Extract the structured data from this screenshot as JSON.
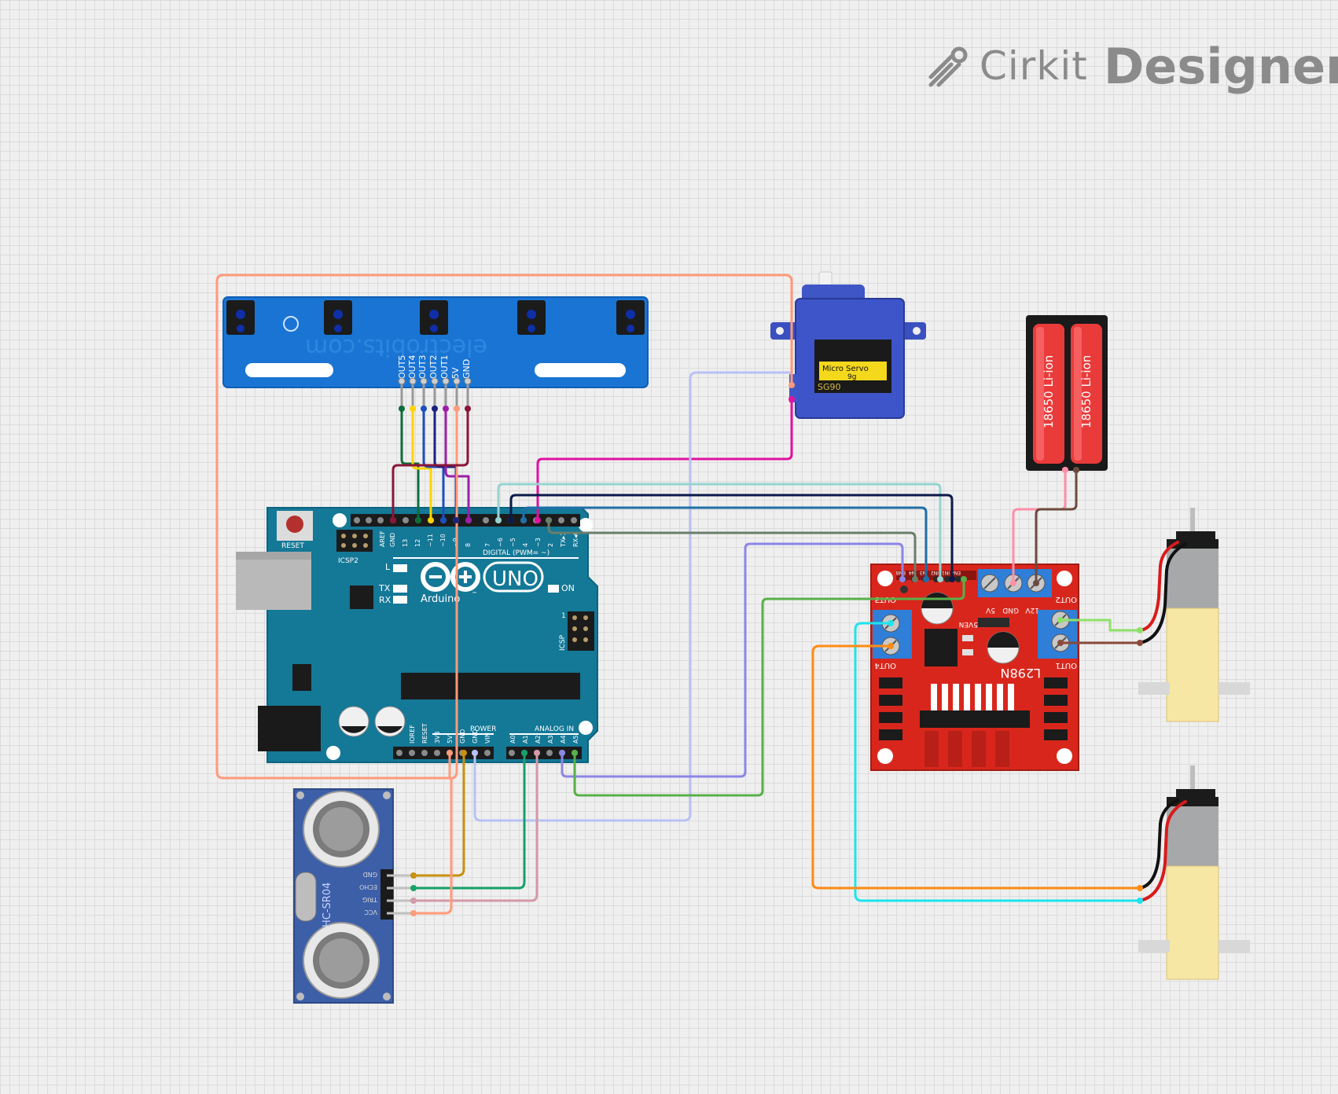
{
  "brand": {
    "name_light": "Cirkit",
    "name_bold": "Designer",
    "logo_icon": "pen-nib-icon"
  },
  "arduino": {
    "reset": "RESET",
    "icsp2": "ICSP2",
    "icsp": "ICSP",
    "led_l": "L",
    "led_tx": "TX",
    "led_rx": "RX",
    "led_on": "ON",
    "logo_text": "UNO",
    "brand": "Arduino",
    "tm": "™",
    "digital_label": "DIGITAL (PWM= ~)",
    "power_label": "POWER",
    "analog_label": "ANALOG IN",
    "digital_pins": [
      "AREF",
      "GND",
      "13",
      "12",
      "~11",
      "~10",
      "~9",
      "8",
      "7",
      "~6",
      "~5",
      "4",
      "~3",
      "2",
      "TX▸1",
      "RX◂0"
    ],
    "power_pins": [
      "IOREF",
      "RESET",
      "3V3",
      "5V",
      "GND",
      "GND",
      "VIN"
    ],
    "analog_pins": [
      "A0",
      "A1",
      "A2",
      "A3",
      "A4",
      "A5"
    ]
  },
  "line_sensor": {
    "watermark": "electrobits.com",
    "pins": [
      "OUT5",
      "OUT4",
      "OUT3",
      "OUT2",
      "OUT1",
      "5V",
      "GND"
    ]
  },
  "servo": {
    "line1": "Micro Servo",
    "line2": "9g",
    "model": "SG90"
  },
  "battery": {
    "cell_label": "18650 Li-ion"
  },
  "driver": {
    "chip": "L298N",
    "out1": "OUT1",
    "out2": "OUT2",
    "out3": "OUT3",
    "out4": "OUT4",
    "power_terms": [
      "12V",
      "GND",
      "5V"
    ],
    "en5v": "5VEN",
    "logic_pins": [
      "ENB",
      "IN4",
      "IN3",
      "IN2",
      "IN1",
      "ENA"
    ]
  },
  "ultrasonic": {
    "model": "HC-SR04",
    "pins": [
      "GND",
      "ECHO",
      "TRIG",
      "VCC"
    ]
  }
}
